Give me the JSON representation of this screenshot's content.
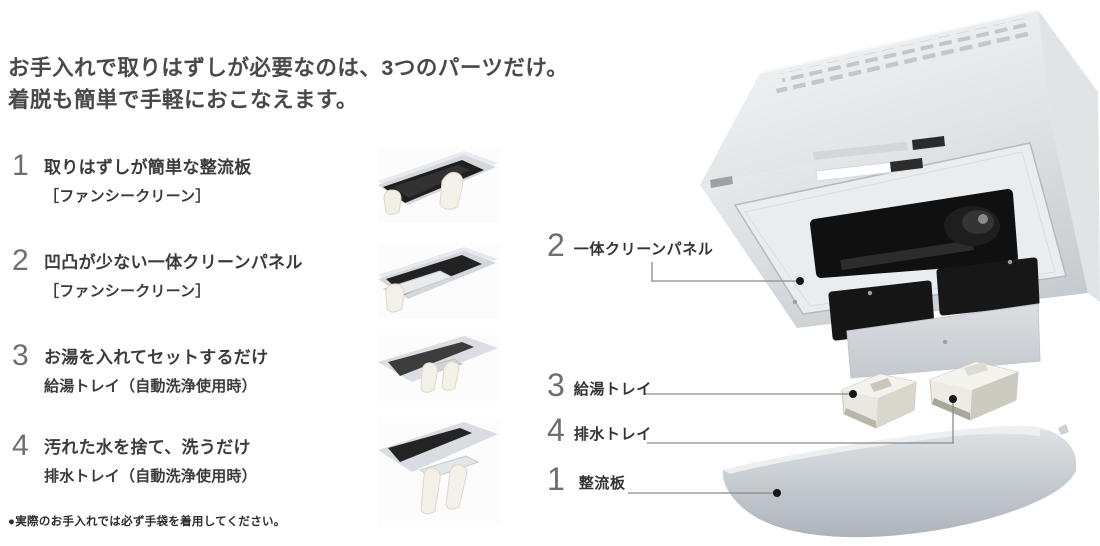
{
  "heading": {
    "line1": "お手入れで取りはずしが必要なのは、3つのパーツだけ。",
    "line2": "着脱も簡単で手軽におこなえます。"
  },
  "steps": [
    {
      "number": "1",
      "title": "取りはずしが簡単な整流板",
      "subtitle": "［ファンシークリーン］"
    },
    {
      "number": "2",
      "title": "凹凸が少ない一体クリーンパネル",
      "subtitle": "［ファンシークリーン］"
    },
    {
      "number": "3",
      "title": "お湯を入れてセットするだけ",
      "subtitle": "給湯トレイ（自動洗浄使用時）"
    },
    {
      "number": "4",
      "title": "汚れた水を捨て、洗うだけ",
      "subtitle": "排水トレイ（自動洗浄使用時）"
    }
  ],
  "diagram": {
    "labels": [
      {
        "number": "2",
        "text": "一体クリーンパネル"
      },
      {
        "number": "3",
        "text": "給湯トレイ"
      },
      {
        "number": "4",
        "text": "排水トレイ"
      },
      {
        "number": "1",
        "text": "整流板"
      }
    ]
  },
  "footnote": "●実際のお手入れでは必ず手袋を着用してください。",
  "colors": {
    "text_dark": "#3e3a39",
    "number_gray": "#6f6e6e",
    "leader_line": "#8a8a8a",
    "metal_light": "#eceef0",
    "metal_dark": "#b4bac0",
    "black_part": "#141414",
    "tray_ivory": "#e9e7df"
  }
}
